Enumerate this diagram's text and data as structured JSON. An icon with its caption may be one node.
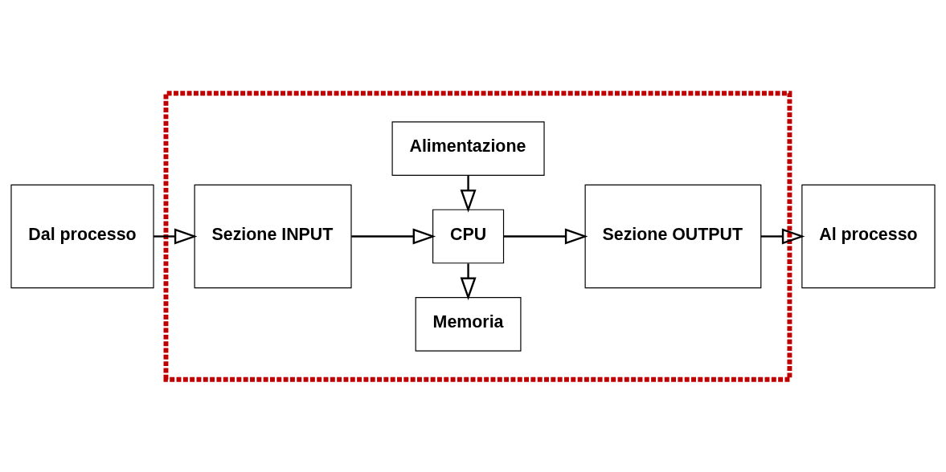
{
  "diagram": {
    "nodes": [
      {
        "text": [],
        "shape": "box"
      },
      {
        "text": [
          "Alimentazione"
        ],
        "in": 0
      },
      {
        "text": [
          "Dal processo"
        ]
      },
      {
        "text": [
          "Sezione INPUT"
        ],
        "in": 0
      },
      {
        "text": [
          "CPU"
        ],
        "in": 0
      },
      {
        "text": [
          "Sezione OUTPUT"
        ],
        "in": 0
      },
      {
        "text": [
          "Al processo"
        ]
      },
      {
        "text": [
          "Memoria"
        ],
        "in": 0
      }
    ],
    "edges": [
      {
        "from": 2,
        "to": 3,
        "arrow": "to"
      },
      {
        "from": 3,
        "to": 4,
        "arrow": "to"
      },
      {
        "from": 1,
        "to": 4,
        "arrow": "to"
      },
      {
        "from": 4,
        "to": 5,
        "arrow": "to"
      },
      {
        "from": 5,
        "to": 6,
        "arrow": "to"
      },
      {
        "from": 4,
        "to": 7,
        "arrow": "to"
      }
    ]
  }
}
